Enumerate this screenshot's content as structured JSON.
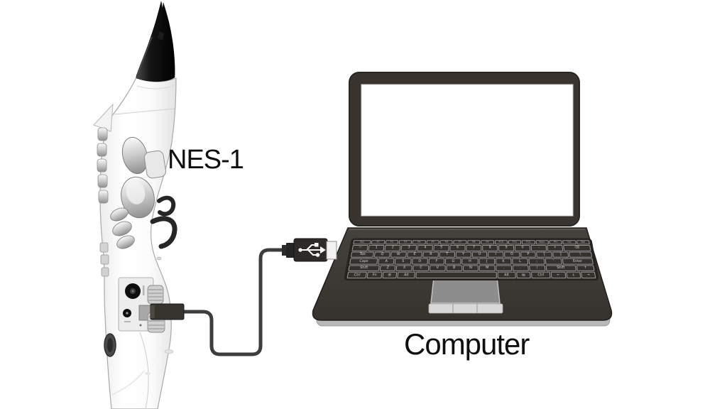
{
  "labels": {
    "instrument": "NES-1",
    "computer": "Computer"
  },
  "icons": {
    "usb_plug": "usb-trident-icon",
    "headphone_jack": "round-jack-icon",
    "usb_port": "micro-usb-port-icon"
  },
  "colors": {
    "background": "#ffffff",
    "label_text": "#0f0f0f",
    "laptop_body": "#3a3531",
    "keyboard_plate": "#26221f",
    "key_face": "#34302c",
    "key_outline": "#a0a0a0",
    "screen": "#ffffff",
    "cable": "#3d3d3d",
    "mouthpiece": "#111111",
    "instrument_body": "#ffffff",
    "silver_keys": "#c9c9c9",
    "touchpad": "#8d8d8d",
    "touchpad_buttons": "#d8d8d8"
  },
  "keyboard": {
    "rows": [
      [
        "Esc",
        "F1",
        "F2",
        "F3",
        "F4",
        "F5",
        "F6",
        "F7",
        "F8",
        "F9",
        "F10",
        "F11",
        "F12",
        "Num",
        "Prt",
        "Ins",
        "Del"
      ],
      [
        "~",
        "1",
        "2",
        "3",
        "4",
        "5",
        "6",
        "7",
        "8",
        "9",
        "0",
        "-",
        "+",
        "⌫"
      ],
      [
        "Tab",
        "Q",
        "W",
        "E",
        "R",
        "T",
        "Y",
        "U",
        "I",
        "O",
        "P",
        "[",
        "]",
        "\\"
      ],
      [
        "Caps",
        "A",
        "S",
        "D",
        "F",
        "G",
        "H",
        "J",
        "K",
        "L",
        ";",
        "'",
        "Enter"
      ],
      [
        "Shift",
        "Z",
        "X",
        "C",
        "V",
        "B",
        "N",
        "M",
        ",",
        ".",
        "/",
        "Shift",
        "↑"
      ],
      [
        "Ctrl",
        "Fn",
        "⊞",
        "Alt",
        "",
        "Alt",
        "▤",
        "Ctrl",
        "←",
        "↓",
        "→"
      ]
    ]
  }
}
